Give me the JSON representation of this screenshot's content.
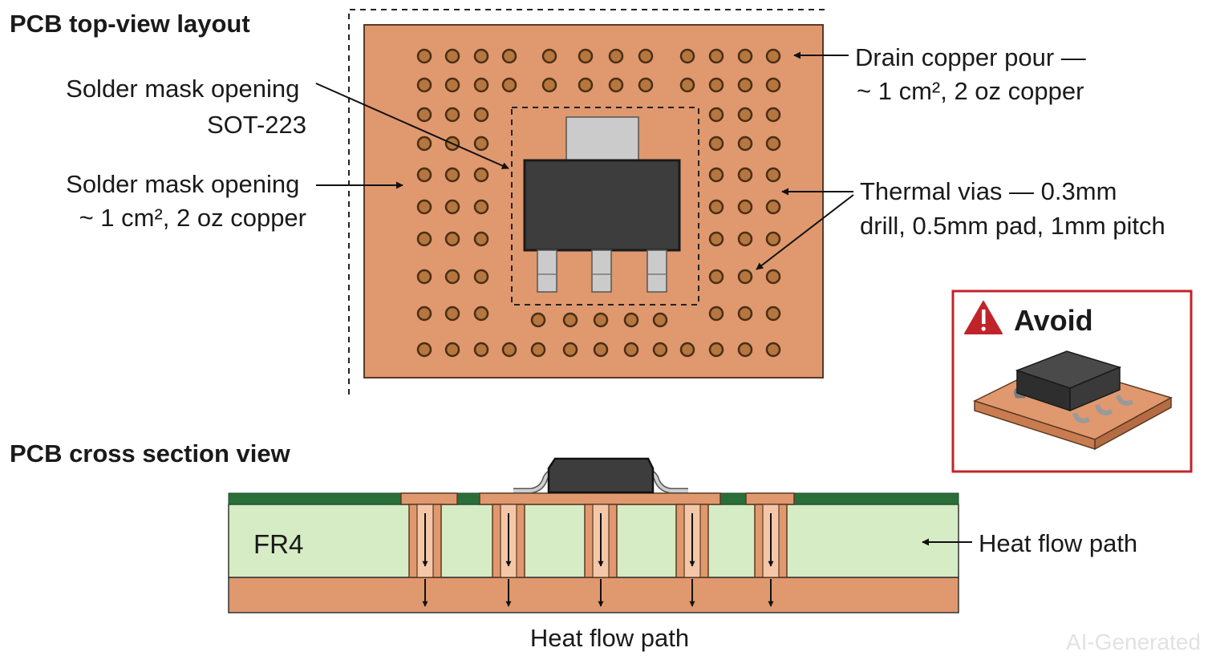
{
  "titles": {
    "top_view": "PCB top-view layout",
    "cross_section": "PCB cross section view"
  },
  "callouts": {
    "solder_mask_1": [
      "Solder mask opening",
      "SOT-223"
    ],
    "solder_mask_2": [
      "Solder mask opening",
      "~ 1 cm², 2 oz copper"
    ],
    "drain_pour": [
      "Drain copper pour —",
      "~ 1 cm², 2 oz copper"
    ],
    "thermal_vias": [
      "Thermal vias — 0.3mm",
      "drill, 0.5mm pad, 1mm pitch"
    ]
  },
  "avoid_box": {
    "label": "Avoid",
    "icon": "warning-triangle-icon",
    "border_color": "#c0242a"
  },
  "cross_section": {
    "substrate_label": "FR4",
    "heat_flow_right": "Heat flow path",
    "heat_flow_bottom": "Heat flow path",
    "via_count": 5
  },
  "watermark": "AI-Generated",
  "colors": {
    "copper": "#e0986e",
    "via_fill": "#b5773f",
    "via_ring": "#4a2e15",
    "package_body": "#3d3d3d",
    "pin_silver": "#c8c8c8",
    "fr4": "#d6ecc4",
    "solder_mask_green": "#2a6e3a"
  }
}
